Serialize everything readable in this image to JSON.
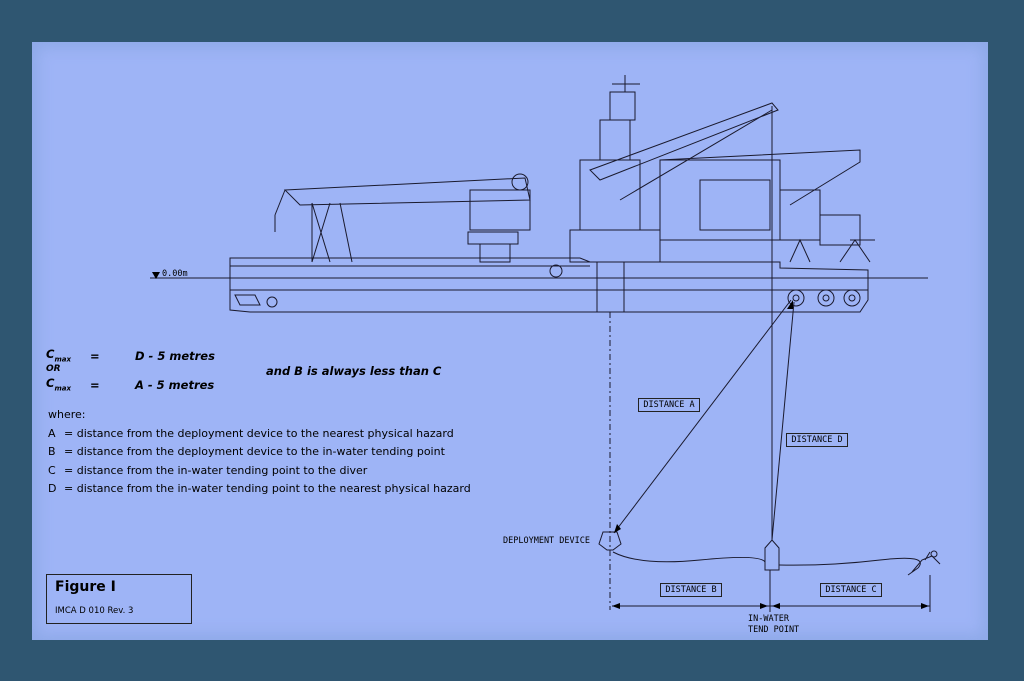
{
  "waterline_label": "0.00m",
  "formulas": {
    "line1_left": "C",
    "line1_sub": "max",
    "line1_eq": "=",
    "line1_right": "D - 5 metres",
    "or": "OR",
    "line2_left": "C",
    "line2_sub": "max",
    "line2_eq": "=",
    "line2_right": "A - 5 metres",
    "note": "and B is always less than C"
  },
  "where_label": "where:",
  "definitions": [
    {
      "key": "A",
      "text": "= distance from the deployment device to the nearest physical hazard"
    },
    {
      "key": "B",
      "text": "= distance from the deployment device to the in-water tending point"
    },
    {
      "key": "C",
      "text": "= distance from the in-water tending point to the diver"
    },
    {
      "key": "D",
      "text": "= distance from the in-water tending point to the nearest physical hazard"
    }
  ],
  "figure": {
    "title": "Figure I",
    "subtitle": "IMCA D 010 Rev. 3"
  },
  "labels": {
    "distance_a": "DISTANCE A",
    "distance_b": "DISTANCE B",
    "distance_c": "DISTANCE C",
    "distance_d": "DISTANCE D",
    "deployment_device": "DEPLOYMENT DEVICE",
    "in_water": "IN-WATER",
    "tend_point": "TEND POINT"
  },
  "colors": {
    "background": "#2f5671",
    "panel": "#9eb4f6",
    "line": "#1a1a2e"
  }
}
